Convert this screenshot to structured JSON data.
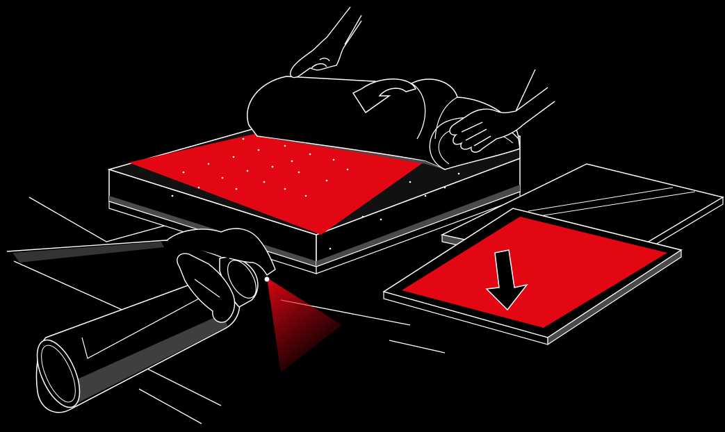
{
  "scene": {
    "background_color": "#000000",
    "accent_red": "#e30613",
    "line_color": "#ffffff",
    "shadow_gray": "#4a4a4a",
    "steps": [
      {
        "name": "spray-adhesive",
        "icon": "spray-can-icon"
      },
      {
        "name": "roll-sheet-onto-board",
        "icon": "hands-icon"
      },
      {
        "name": "press-sheet-onto-board",
        "icon": "down-arrow-icon"
      }
    ]
  }
}
